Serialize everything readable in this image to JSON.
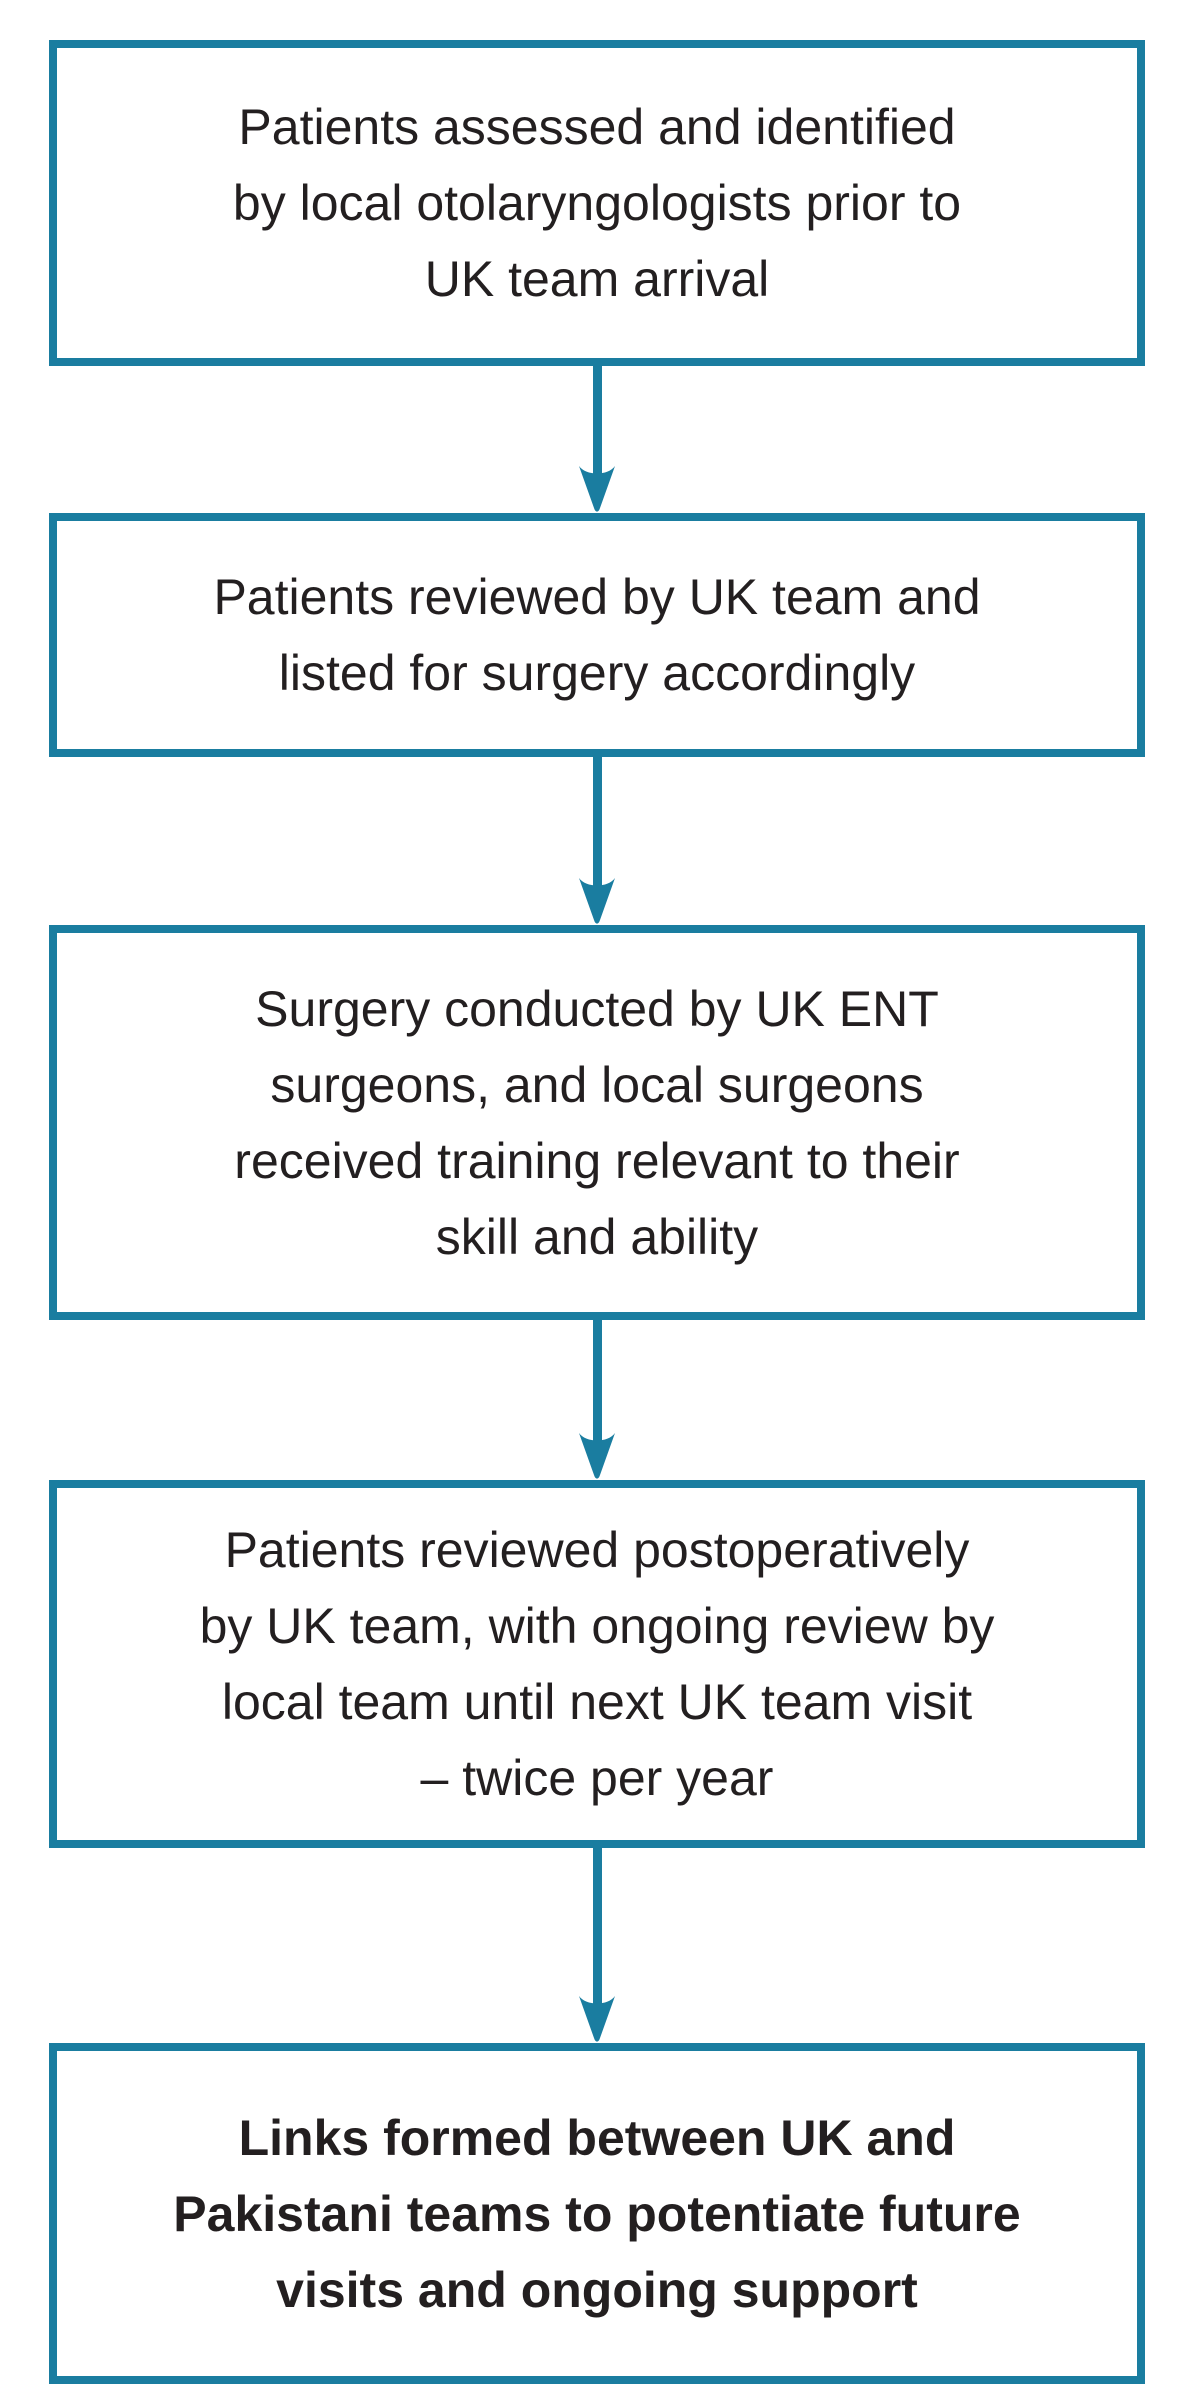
{
  "colors": {
    "accent": "#1a7da0",
    "text": "#231f20",
    "background": "#ffffff"
  },
  "flowchart": {
    "type": "vertical-flow-diagram",
    "connector_count": 4,
    "connector_style": "downward-arrow",
    "steps": [
      {
        "text": "Patients assessed and identified\nby local otolaryngologists prior to\nUK team arrival",
        "emphasis": "normal"
      },
      {
        "text": "Patients reviewed by UK team and\nlisted for surgery accordingly",
        "emphasis": "normal"
      },
      {
        "text": "Surgery conducted by UK ENT\nsurgeons, and local surgeons\nreceived training relevant to their\nskill and ability",
        "emphasis": "normal"
      },
      {
        "text": "Patients reviewed postoperatively\nby UK team, with ongoing review by\nlocal team until next UK team visit\n– twice per year",
        "emphasis": "normal"
      },
      {
        "text": "Links formed between UK and\nPakistani teams to potentiate future\nvisits and ongoing support",
        "emphasis": "bold"
      }
    ]
  }
}
